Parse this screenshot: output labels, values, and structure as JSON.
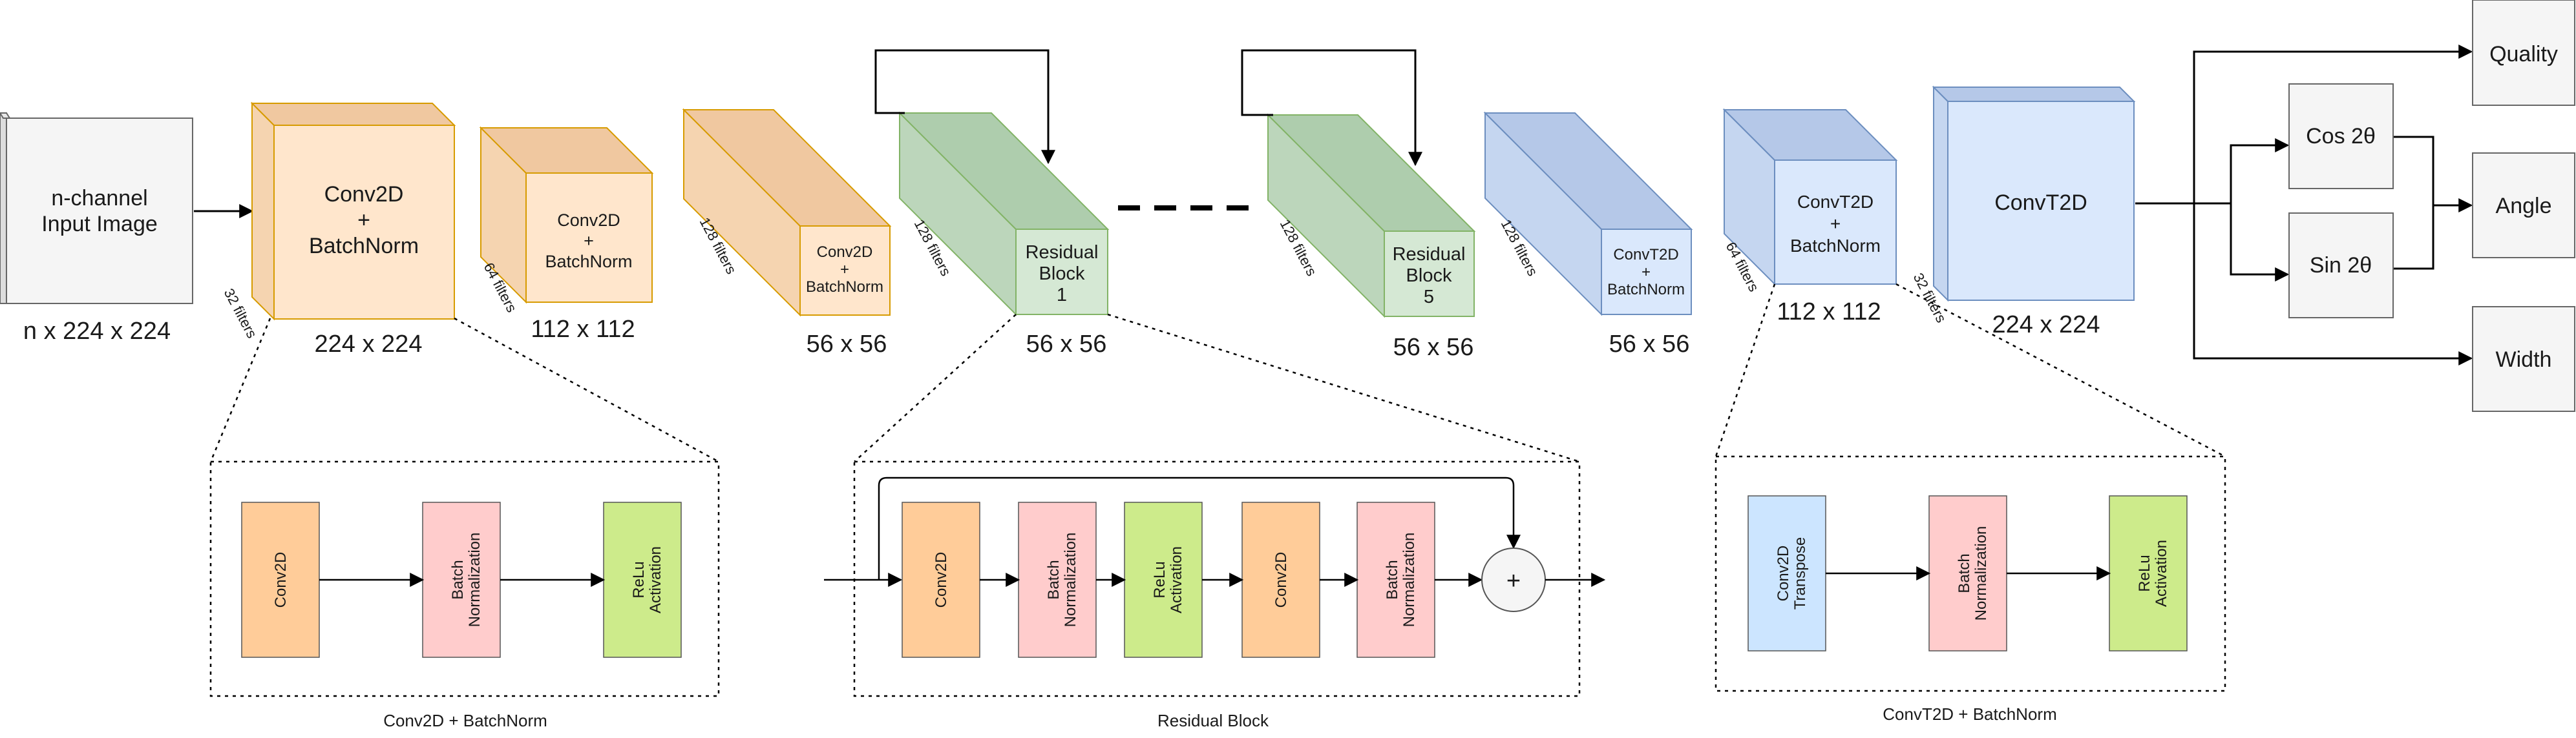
{
  "input": {
    "line1": "n-channel",
    "line2": "Input Image",
    "dim": "n x 224 x 224"
  },
  "encoder": [
    {
      "line1": "Conv2D",
      "line2": "+",
      "line3": "BatchNorm",
      "filters": "32 filters",
      "dim": "224 x 224"
    },
    {
      "line1": "Conv2D",
      "line2": "+",
      "line3": "BatchNorm",
      "filters": "64 filters",
      "dim": "112 x 112"
    },
    {
      "line1": "Conv2D",
      "line2": "+",
      "line3": "BatchNorm",
      "filters": "128 filters",
      "dim": "56 x 56"
    }
  ],
  "residual": [
    {
      "line1": "Residual",
      "line2": "Block",
      "line3": "1",
      "filters": "128 filters",
      "dim": "56 x 56"
    },
    {
      "line1": "Residual",
      "line2": "Block",
      "line3": "5",
      "filters": "128 filters",
      "dim": "56 x 56"
    }
  ],
  "decoder": [
    {
      "line1": "ConvT2D",
      "line2": "+",
      "line3": "BatchNorm",
      "filters": "128 filters",
      "dim": "56 x 56"
    },
    {
      "line1": "ConvT2D",
      "line2": "+",
      "line3": "BatchNorm",
      "filters": "64 filters",
      "dim": "112 x 112"
    },
    {
      "line1": "ConvT2D",
      "filters": "32 filters",
      "dim": "224 x 224"
    }
  ],
  "heads": {
    "quality": "Quality",
    "angle": "Angle",
    "width": "Width",
    "cos": "Cos 2θ",
    "sin": "Sin 2θ"
  },
  "detail_conv": {
    "caption": "Conv2D + BatchNorm",
    "blocks": [
      {
        "line1": "Conv2D",
        "line2": ""
      },
      {
        "line1": "Batch",
        "line2": "Normalization"
      },
      {
        "line1": "ReLu",
        "line2": "Activation"
      }
    ]
  },
  "detail_residual": {
    "caption": "Residual Block",
    "plus": "+",
    "blocks": [
      {
        "line1": "Conv2D",
        "line2": ""
      },
      {
        "line1": "Batch",
        "line2": "Normalization"
      },
      {
        "line1": "ReLu",
        "line2": "Activation"
      },
      {
        "line1": "Conv2D",
        "line2": ""
      },
      {
        "line1": "Batch",
        "line2": "Normalization"
      }
    ]
  },
  "detail_convt": {
    "caption": "ConvT2D + BatchNorm",
    "blocks": [
      {
        "line1": "Conv2D",
        "line2": "Transpose"
      },
      {
        "line1": "Batch",
        "line2": "Normalization"
      },
      {
        "line1": "ReLu",
        "line2": "Activation"
      }
    ]
  },
  "colors": {
    "orange_face": "#ffe6cc",
    "orange_side": "#f5d4b0",
    "orange_top": "#f0c8a0",
    "orange_stroke": "#d79b00",
    "green_face": "#d5e8d4",
    "green_side": "#bcd6bb",
    "green_top": "#aecdad",
    "green_stroke": "#82b366",
    "blue_face": "#dae8fc",
    "blue_side": "#c5d6f0",
    "blue_top": "#b5c8e8",
    "blue_stroke": "#6c8ebf",
    "gray_face": "#f5f5f5",
    "gray_side": "#dddddd",
    "gray_stroke": "#666666",
    "blk_conv": "#ffcc99",
    "blk_bn": "#ffcccc",
    "blk_relu": "#cdeb8b",
    "blk_convt": "#cce5ff"
  }
}
